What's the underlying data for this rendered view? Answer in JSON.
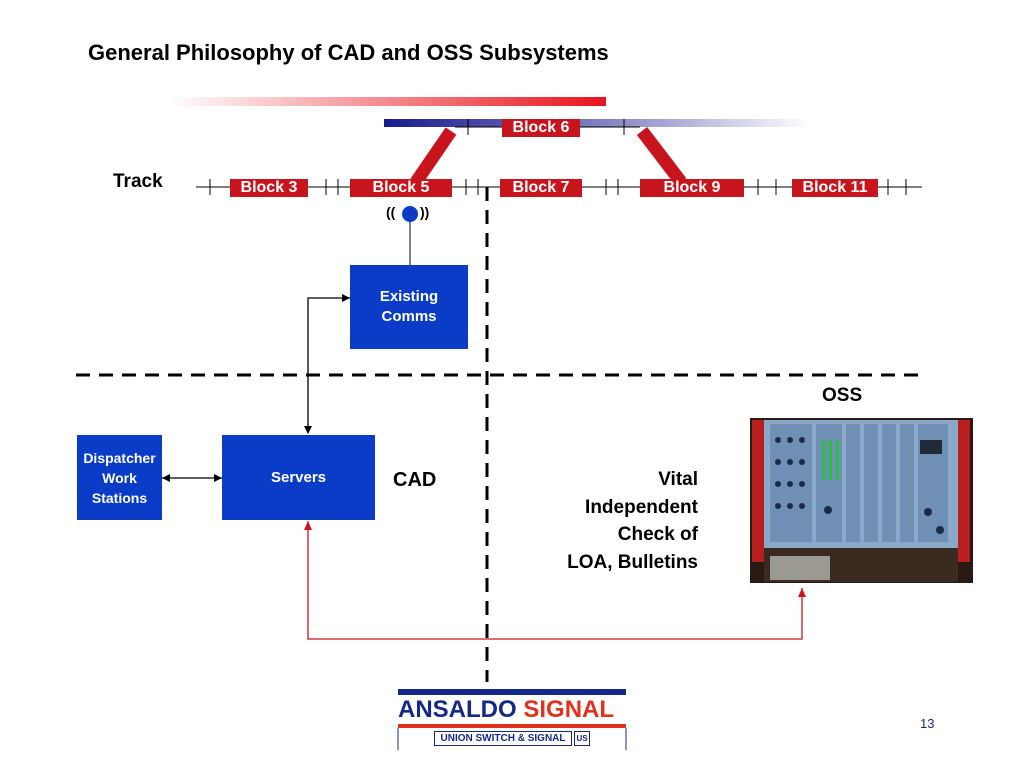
{
  "title": "General Philosophy of CAD and OSS Subsystems",
  "track": {
    "label": "Track",
    "blocks": [
      "Block 3",
      "Block 5",
      "Block 7",
      "Block 9",
      "Block 11"
    ],
    "siding_block": "Block 6"
  },
  "radio": {
    "left": "((",
    "right": "))"
  },
  "boxes": {
    "existing_comms": [
      "Existing",
      "Comms"
    ],
    "servers": "Servers",
    "dispatcher": [
      "Dispatcher",
      "Work",
      "Stations"
    ]
  },
  "labels": {
    "oss": "OSS",
    "cad": "CAD",
    "vital_lines": [
      "Vital",
      "Independent",
      "Check of",
      "LOA, Bulletins"
    ]
  },
  "logo": {
    "ansaldo": "ANSALDO",
    "signal": "SIGNAL",
    "sub": "UNION SWITCH & SIGNAL",
    "us_mark": "US"
  },
  "page_number": "13",
  "colors": {
    "block_red": "#c8141c",
    "box_blue": "#0a3cc8",
    "arrow_red": "#c8141c",
    "logo_navy": "#14288c",
    "logo_red": "#e0301e"
  }
}
